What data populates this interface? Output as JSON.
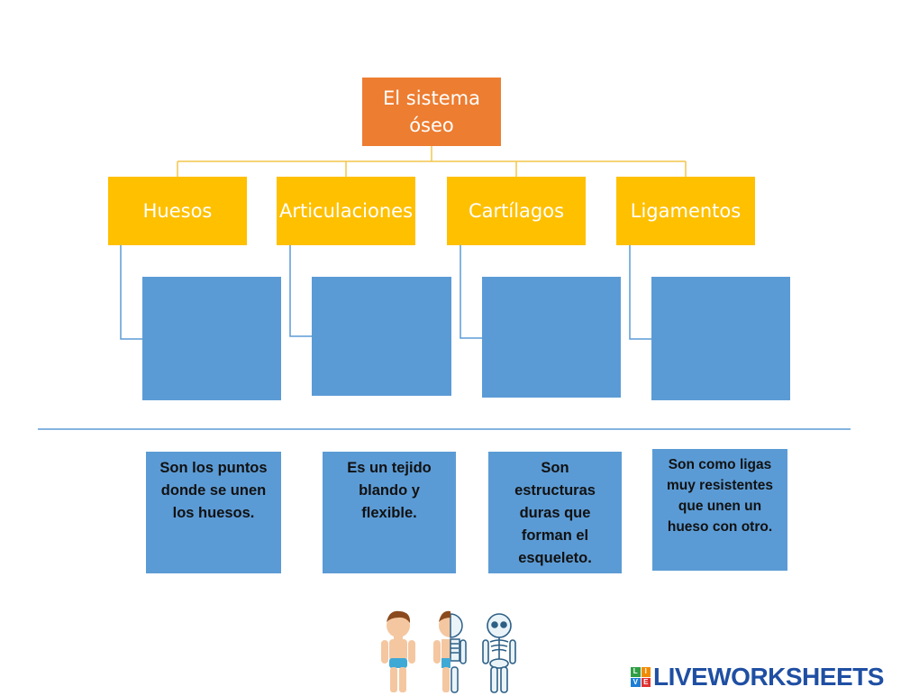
{
  "root": {
    "label_line1": "El sistema",
    "label_line2": "óseo"
  },
  "categories": [
    {
      "label": "Huesos"
    },
    {
      "label": "Articulaciones"
    },
    {
      "label": "Cartílagos"
    },
    {
      "label": "Ligamentos"
    }
  ],
  "definitions": [
    {
      "text": "Son los puntos donde se unen los huesos."
    },
    {
      "text": "Es un tejido blando y flexible."
    },
    {
      "text": "Son estructuras duras que forman el esqueleto."
    },
    {
      "text": "Son como ligas muy resistentes que unen un hueso con otro."
    }
  ],
  "brand": {
    "name": "LIVEWORKSHEETS",
    "logo_letters": [
      "L",
      "I",
      "V",
      "E"
    ]
  },
  "colors": {
    "root": "#ED7D31",
    "category": "#FFC000",
    "blank": "#5B9BD5",
    "connector_top": "#F2C64B",
    "connector_side": "#5B9BD5",
    "divider": "#5B9BD5",
    "brand": "#1f4fa3"
  },
  "illustration": {
    "icon": "body-skeleton-icon"
  }
}
